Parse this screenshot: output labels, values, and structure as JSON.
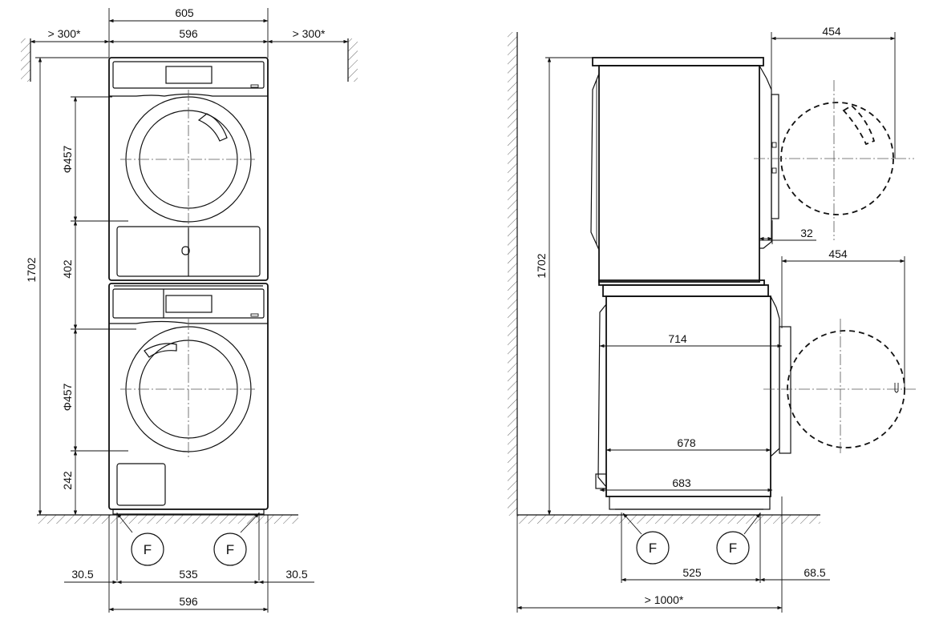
{
  "front_view": {
    "total_width": "605",
    "inner_width": "596",
    "side_clearance_left": "> 300*",
    "side_clearance_right": "> 300*",
    "total_height": "1702",
    "door_upper_diameter": "Φ457",
    "middle_gap": "402",
    "door_lower_diameter": "Φ457",
    "base_height": "242",
    "foot_offset_left": "30.5",
    "foot_span": "535",
    "foot_offset_right": "30.5",
    "bottom_width": "596",
    "foot_label_left": "F",
    "foot_label_right": "F"
  },
  "side_view": {
    "total_height": "1702",
    "upper_door_swing": "454",
    "upper_door_offset": "32",
    "lower_door_swing": "454",
    "depth_top": "714",
    "depth_middle": "678",
    "depth_bottom": "683",
    "foot_span": "525",
    "foot_offset": "68.5",
    "wall_clearance": "> 1000*",
    "foot_label_left": "F",
    "foot_label_right": "F"
  }
}
